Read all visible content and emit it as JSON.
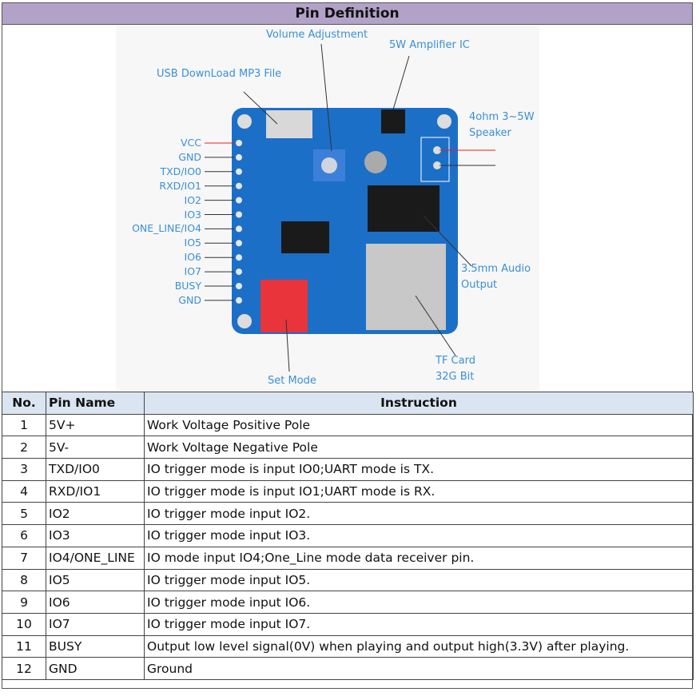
{
  "title": "Pin Definition",
  "diagram": {
    "labels": {
      "volume": "Volume Adjustment",
      "amp": "5W Amplifier IC",
      "usb": "USB DownLoad MP3 File",
      "speaker1": "4ohm 3~5W",
      "speaker2": "Speaker",
      "audio1": "3.5mm Audio",
      "audio2": "Output",
      "tf1": "TF Card",
      "tf2": "32G Bit",
      "setmode": "Set Mode"
    },
    "pins": [
      "VCC",
      "GND",
      "TXD/IO0",
      "RXD/IO1",
      "IO2",
      "IO3",
      "ONE_LINE/IO4",
      "IO5",
      "IO6",
      "IO7",
      "BUSY",
      "GND"
    ],
    "colors": {
      "board": "#1c6fc6",
      "label": "#3a8fd8",
      "dip": "#e8343a",
      "arrow_vcc": "#e02020"
    }
  },
  "table": {
    "headers": [
      "No.",
      "Pin Name",
      "Instruction"
    ],
    "rows": [
      [
        "1",
        "5V+",
        "Work Voltage Positive Pole"
      ],
      [
        "2",
        "5V-",
        "Work Voltage Negative Pole"
      ],
      [
        "3",
        "TXD/IO0",
        "IO trigger mode is input IO0;UART mode is TX."
      ],
      [
        "4",
        "RXD/IO1",
        "IO trigger mode is input IO1;UART mode is RX."
      ],
      [
        "5",
        "IO2",
        "IO trigger mode input IO2."
      ],
      [
        "6",
        "IO3",
        "IO trigger mode input IO3."
      ],
      [
        "7",
        "IO4/ONE_LINE",
        "IO mode input IO4;One_Line mode data receiver pin."
      ],
      [
        "8",
        "IO5",
        "IO trigger mode input IO5."
      ],
      [
        "9",
        "IO6",
        "IO trigger mode input IO6."
      ],
      [
        "10",
        "IO7",
        "IO trigger mode input IO7."
      ],
      [
        "11",
        "BUSY",
        "Output low level signal(0V) when playing and output high(3.3V) after playing."
      ],
      [
        "12",
        "GND",
        "Ground"
      ]
    ]
  }
}
